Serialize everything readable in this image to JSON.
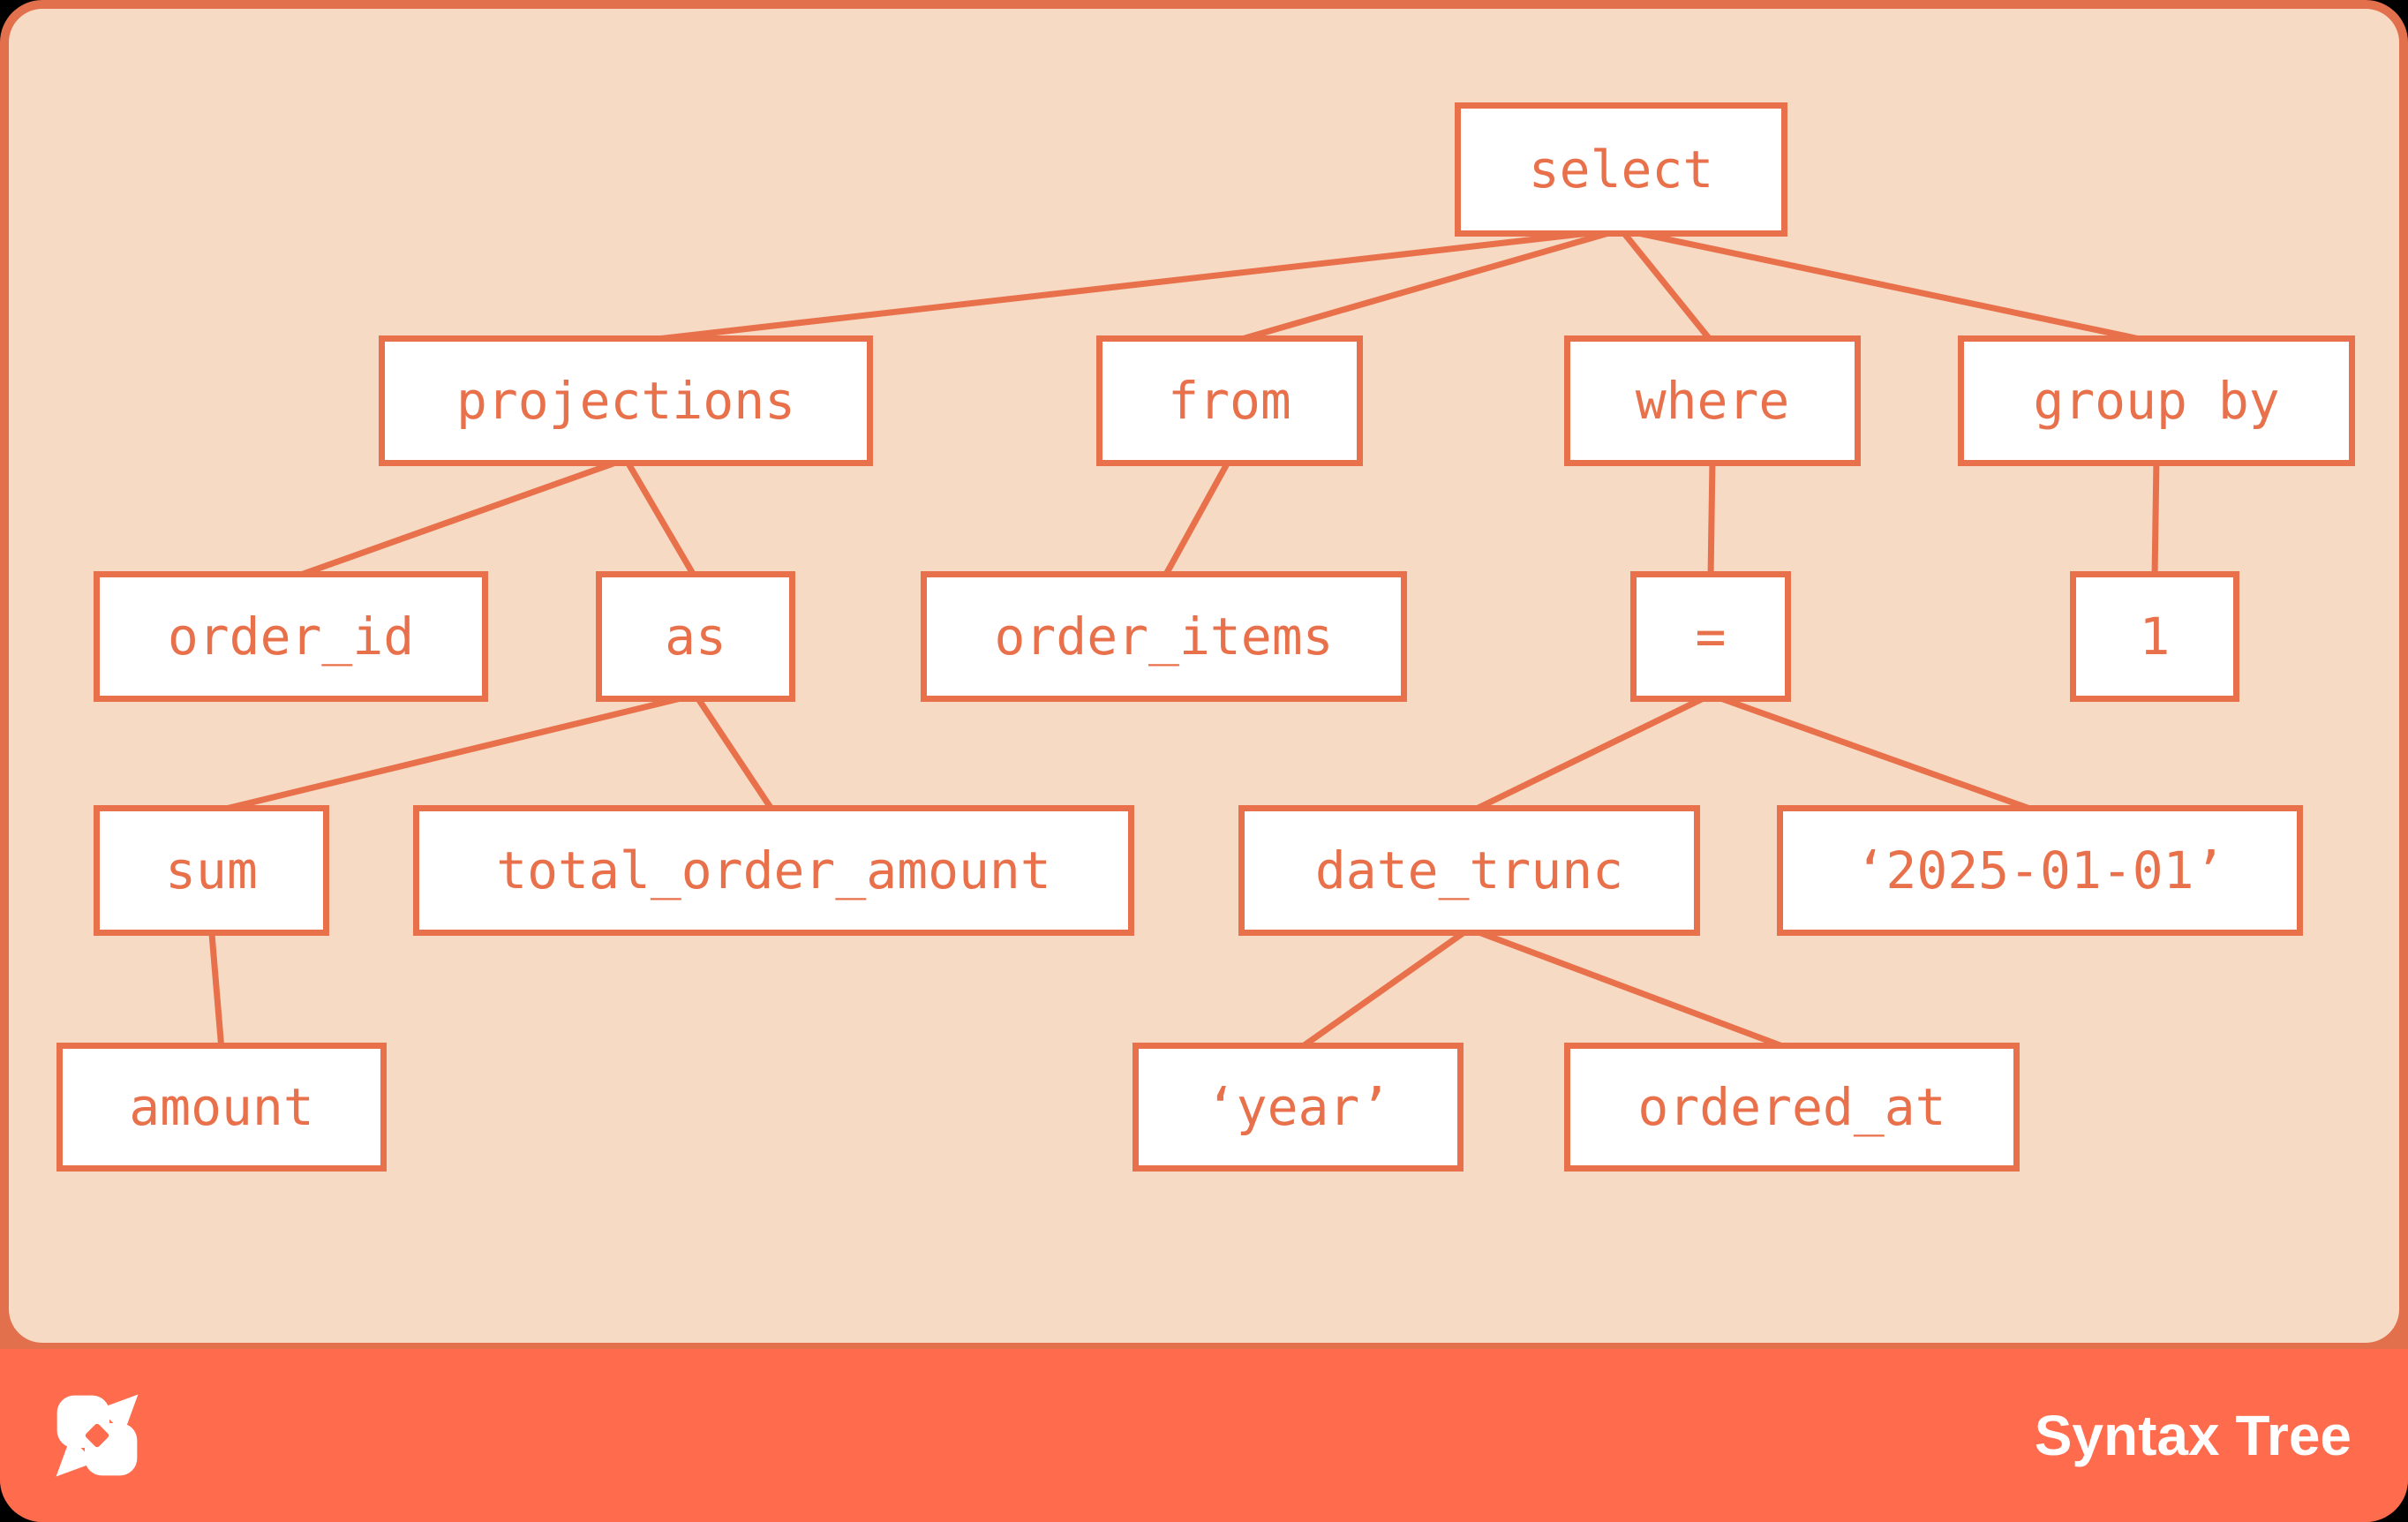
{
  "title": "Syntax Tree",
  "colors": {
    "page_bg": "#000000",
    "frame": "#E3704C",
    "panel_bg": "#F7DAC3",
    "node_fill": "#FFFFFF",
    "node_accent": "#E8714C",
    "footer_bg": "#FF6B4D",
    "footer_text": "#FFFFFF"
  },
  "tree": {
    "nodes": [
      {
        "id": "select",
        "label": "select"
      },
      {
        "id": "projections",
        "label": "projections"
      },
      {
        "id": "from",
        "label": "from"
      },
      {
        "id": "where",
        "label": "where"
      },
      {
        "id": "group_by",
        "label": "group by"
      },
      {
        "id": "order_id",
        "label": "order_id"
      },
      {
        "id": "as",
        "label": "as"
      },
      {
        "id": "order_items",
        "label": "order_items"
      },
      {
        "id": "eq",
        "label": "="
      },
      {
        "id": "one",
        "label": "1"
      },
      {
        "id": "sum",
        "label": "sum"
      },
      {
        "id": "total_order_amount",
        "label": "total_order_amount"
      },
      {
        "id": "date_trunc",
        "label": "date_trunc"
      },
      {
        "id": "literal_2025",
        "label": "‘2025-01-01’"
      },
      {
        "id": "amount",
        "label": "amount"
      },
      {
        "id": "literal_year",
        "label": "‘year’"
      },
      {
        "id": "ordered_at",
        "label": "ordered_at"
      }
    ],
    "edges": [
      [
        "select",
        "projections"
      ],
      [
        "select",
        "from"
      ],
      [
        "select",
        "where"
      ],
      [
        "select",
        "group_by"
      ],
      [
        "projections",
        "order_id"
      ],
      [
        "projections",
        "as"
      ],
      [
        "from",
        "order_items"
      ],
      [
        "where",
        "eq"
      ],
      [
        "group_by",
        "one"
      ],
      [
        "as",
        "sum"
      ],
      [
        "as",
        "total_order_amount"
      ],
      [
        "eq",
        "date_trunc"
      ],
      [
        "eq",
        "literal_2025"
      ],
      [
        "sum",
        "amount"
      ],
      [
        "date_trunc",
        "literal_year"
      ],
      [
        "date_trunc",
        "ordered_at"
      ]
    ]
  },
  "footer": {
    "label": "Syntax Tree",
    "logo": "dbt-logo"
  }
}
